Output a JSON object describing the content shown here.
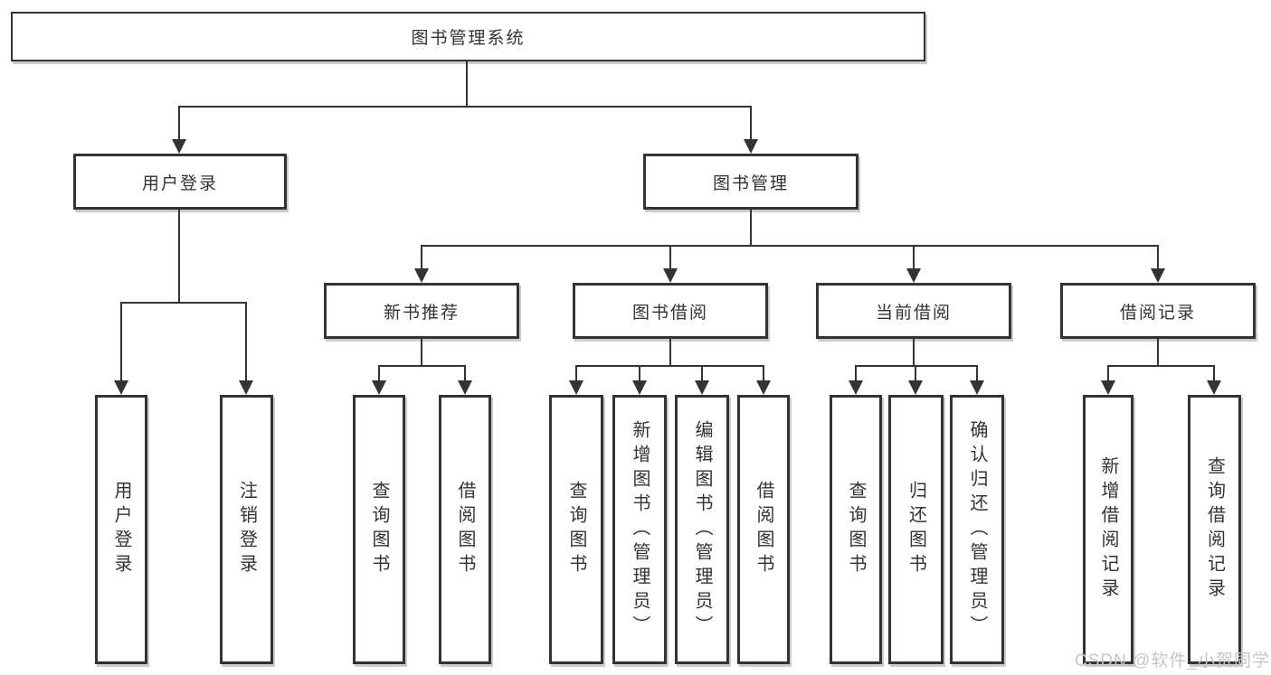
{
  "nodes": {
    "root": "图书管理系统",
    "level2": [
      "用户登录",
      "图书管理"
    ],
    "level3": [
      "新书推荐",
      "图书借阅",
      "当前借阅",
      "借阅记录"
    ],
    "leaves": [
      "用户登录",
      "注销登录",
      "查询图书",
      "借阅图书",
      "查询图书",
      "新增图书（管理员）",
      "编辑图书（管理员）",
      "借阅图书",
      "查询图书",
      "归还图书",
      "确认归还（管理员）",
      "新增借阅记录",
      "查询借阅记录"
    ]
  },
  "tree": {
    "label": "图书管理系统",
    "children": [
      {
        "label": "用户登录",
        "children": [
          {
            "label": "用户登录"
          },
          {
            "label": "注销登录"
          }
        ]
      },
      {
        "label": "图书管理",
        "children": [
          {
            "label": "新书推荐",
            "children": [
              {
                "label": "查询图书"
              },
              {
                "label": "借阅图书"
              }
            ]
          },
          {
            "label": "图书借阅",
            "children": [
              {
                "label": "查询图书"
              },
              {
                "label": "新增图书（管理员）"
              },
              {
                "label": "编辑图书（管理员）"
              },
              {
                "label": "借阅图书"
              }
            ]
          },
          {
            "label": "当前借阅",
            "children": [
              {
                "label": "查询图书"
              },
              {
                "label": "归还图书"
              },
              {
                "label": "确认归还（管理员）"
              }
            ]
          },
          {
            "label": "借阅记录",
            "children": [
              {
                "label": "新增借阅记录"
              },
              {
                "label": "查询借阅记录"
              }
            ]
          }
        ]
      }
    ]
  },
  "watermark": "CSDN @软件_小贺同学",
  "colors": {
    "line": "#333333",
    "box_border": "#333333",
    "box_fill": "#ffffff",
    "text": "#333333",
    "watermark": "#c6c6c6",
    "background": "#ffffff"
  }
}
